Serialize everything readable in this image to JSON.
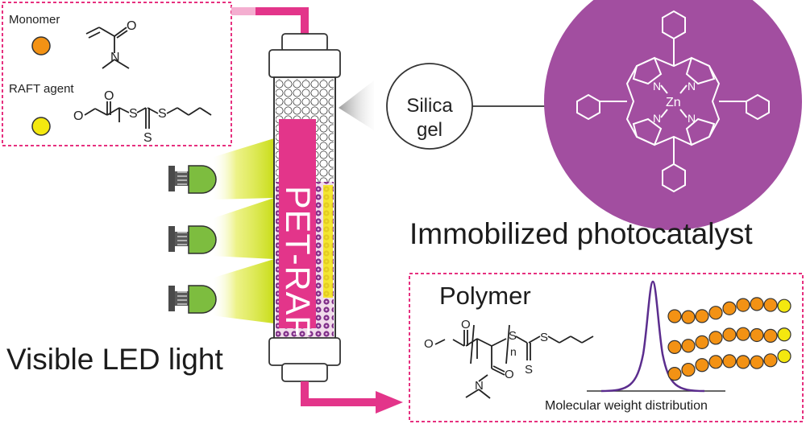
{
  "labels": {
    "monomer": "Monomer",
    "raft_agent": "RAFT agent",
    "silica_line1": "Silica",
    "silica_line2": "gel",
    "immobilized": "Immobilized photocatalyst",
    "led": "Visible LED light",
    "polymer": "Polymer",
    "mwd": "Molecular weight distribution",
    "petraft": "PET-RAFT",
    "zinc": "Zn",
    "nitrogen": "N",
    "monomer_N": "N",
    "monomer_O": "O",
    "raft_O": "O",
    "raft_S": "S",
    "polymer_n": "n"
  },
  "colors": {
    "magenta_dashed": "#e6307f",
    "arrow_pink": "#e3358a",
    "catalyst_purple": "#a24ea0",
    "led_green": "#7dbd3f",
    "beam_yellow_green": "#d2e21a",
    "monomer_orange": "#f39214",
    "raft_yellow": "#f4e80f",
    "bead_purple": "#7e2e88"
  },
  "icons": {
    "led_bulb": "led-bulb-icon",
    "monomer_dot": "orange-circle-icon",
    "raft_dot": "yellow-circle-icon"
  }
}
